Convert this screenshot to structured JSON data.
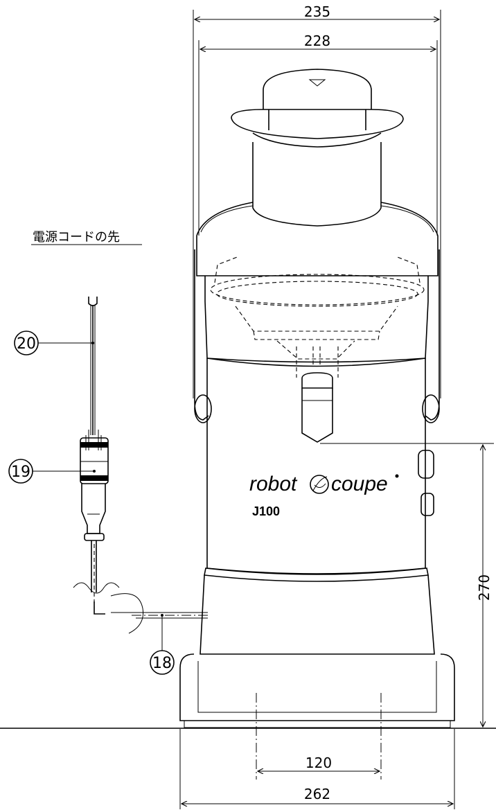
{
  "dimensions": {
    "outer_width": "235",
    "inner_width": "228",
    "height": "270",
    "base_width": "262",
    "foot_spacing": "120"
  },
  "callouts": {
    "c18": "18",
    "c19": "19",
    "c20": "20"
  },
  "cord_note": "電源コードの先",
  "machine": {
    "brand": "robot coupe",
    "model": "J100"
  },
  "cut_mark": "L"
}
